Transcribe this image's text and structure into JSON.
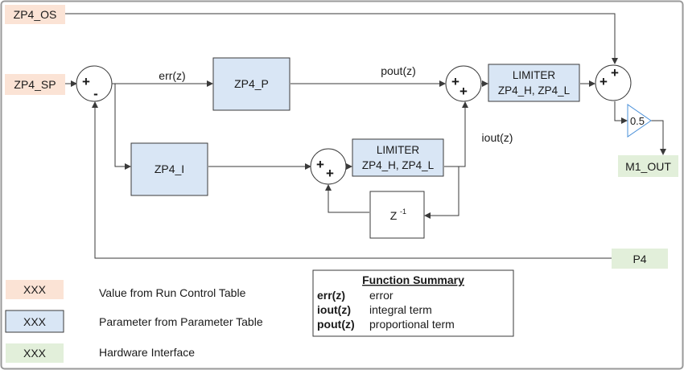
{
  "inputs": {
    "os": "ZP4_OS",
    "sp": "ZP4_SP",
    "p4": "P4",
    "m1_out": "M1_OUT"
  },
  "blocks": {
    "p": "ZP4_P",
    "i": "ZP4_I",
    "limiter_title": "LIMITER",
    "limiter_params": "ZP4_H, ZP4_L",
    "delay_base": "Z",
    "delay_exp": "-1",
    "gain": "0.5"
  },
  "signals": {
    "err": "err(z)",
    "pout": "pout(z)",
    "iout": "iout(z)"
  },
  "sum_signs": {
    "plus": "+",
    "minus": "-"
  },
  "legend": {
    "swatch_text": "XXX",
    "items": [
      {
        "label": "Value from Run Control Table",
        "color": "#fbe3d5"
      },
      {
        "label": "Parameter from Parameter Table",
        "color": "#d9e6f5"
      },
      {
        "label": "Hardware Interface",
        "color": "#e2efda"
      }
    ]
  },
  "function_summary": {
    "title": "Function Summary",
    "rows": [
      {
        "term": "err(z)",
        "desc": "error"
      },
      {
        "term": "iout(z)",
        "desc": "integral term"
      },
      {
        "term": "pout(z)",
        "desc": "proportional term"
      }
    ]
  },
  "colors": {
    "run_control": "#fbe3d5",
    "parameter": "#d9e6f5",
    "hardware": "#e2efda",
    "gain_stroke": "#4a90d9",
    "line": "#3a3a3a"
  }
}
